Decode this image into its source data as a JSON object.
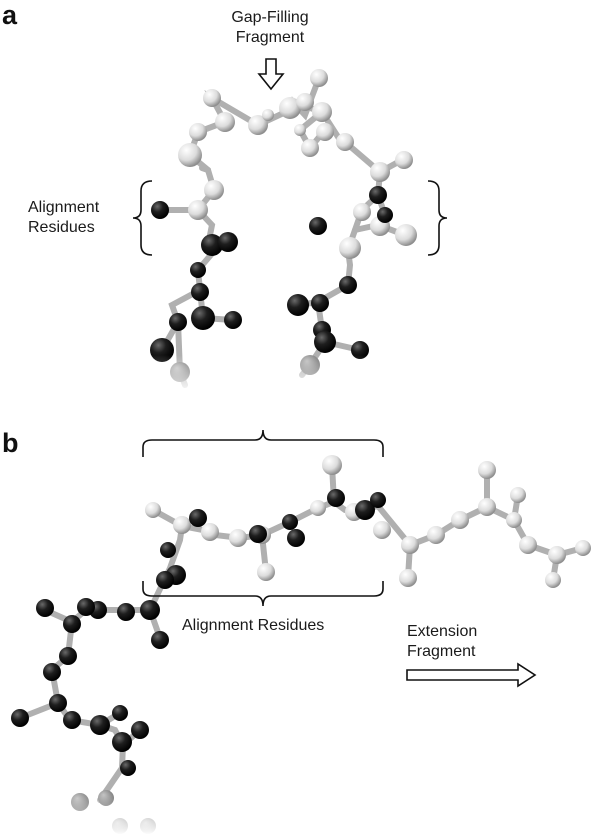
{
  "panel_a": {
    "letter": "a",
    "top_label": [
      "Gap-Filling",
      "Fragment"
    ],
    "side_label": [
      "Alignment",
      "Residues"
    ]
  },
  "panel_b": {
    "letter": "b",
    "bottom_label": "Alignment Residues",
    "right_label": [
      "Extension",
      "Fragment"
    ]
  },
  "colors": {
    "light_atom": "#d9d9d9",
    "dark_atom": "#1a1a1a",
    "bond": "#b5b5b5"
  }
}
